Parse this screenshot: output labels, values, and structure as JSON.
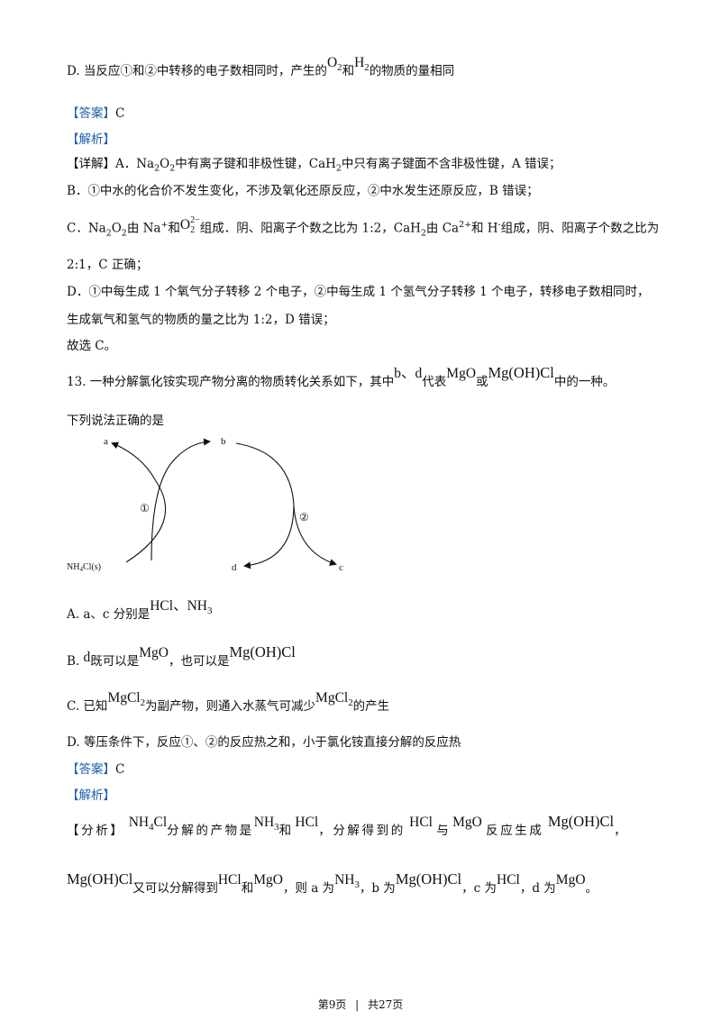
{
  "q12_d": {
    "prefix": "D. 当反应①和②中转移的电子数相同时，产生的",
    "o2": "O",
    "o2_sub": "2",
    "and": "和",
    "h2": "H",
    "h2_sub": "2",
    "suffix": "的物质的量相同"
  },
  "q12_answer": {
    "label": "【答案】",
    "value": "C"
  },
  "q12_analysis_label": "【解析】",
  "q12_detail": {
    "label": "【详解】",
    "a_1": "A．Na",
    "a_2": "O",
    "a_3": "中有离子键和非极性键，CaH",
    "a_4": "中只有离子键面不含非极性键，A 错误；",
    "b": "B．①中水的化合价不发生变化，不涉及氧化还原反应，②中水发生还原反应，B 错误；",
    "c_1": "C．Na",
    "c_2": "O",
    "c_3": "由 Na",
    "c_na_sup": "+",
    "c_4": "和",
    "c_o": "O",
    "c_o_sup": "2−",
    "c_o_sub": "2",
    "c_5": "组成．阴、阳离子个数之比为 1:2，CaH",
    "c_6": "由 Ca",
    "c_ca_sup": "2+",
    "c_7": "和 H",
    "c_h_sup": "-",
    "c_8": "组成，阴、阳离子个数之比为",
    "c_cont": "2:1，C 正确；",
    "d_1": "D．①中每生成 1 个氧气分子转移 2 个电子，②中每生成 1 个氢气分子转移 1 个电子，转移电子数相同时，",
    "d_2": "生成氧气和氢气的物质的量之比为 1:2，D 错误；",
    "conclusion": "故选 C。"
  },
  "q13": {
    "stem_1": "13. 一种分解氯化铵实现产物分离的物质转化关系如下，其中",
    "stem_bd": "b、d",
    "stem_2": "代表",
    "stem_mgo": "MgO",
    "stem_or": "或",
    "stem_mgohcl": "Mg(OH)Cl",
    "stem_3": "中的一种。",
    "stem_line2": "下列说法正确的是",
    "diagram": {
      "label_a": "a",
      "label_b": "b",
      "label_c": "c",
      "label_d": "d",
      "label_nh4cl_1": "NH",
      "label_nh4cl_sub": "4",
      "label_nh4cl_2": "Cl(s)",
      "label_r1": "①",
      "label_r2": "②"
    },
    "opt_a_1": "A. a、c 分别是",
    "opt_a_chem": "HCl、NH",
    "opt_a_sub": "3",
    "opt_b_1": "B.",
    "opt_b_d": "d",
    "opt_b_2": "既可以是",
    "opt_b_mgo": "MgO",
    "opt_b_3": "，也可以是",
    "opt_b_mgohcl": "Mg(OH)Cl",
    "opt_c_1": "C. 已知",
    "opt_c_chem1": "MgCl",
    "opt_c_sub1": "2",
    "opt_c_2": "为副产物，则通入水蒸气可减少",
    "opt_c_chem2": "MgCl",
    "opt_c_sub2": "2",
    "opt_c_3": "的产生",
    "opt_d": "D. 等压条件下，反应①、②的反应热之和，小于氯化铵直接分解的反应热"
  },
  "q13_answer": {
    "label": "【答案】",
    "value": "C"
  },
  "q13_analysis_label": "【解析】",
  "q13_analysis": {
    "label": "【分析】",
    "nh4cl_1": "NH",
    "nh4cl_sub": "4",
    "nh4cl_2": "Cl",
    "t1": "分解的产物是",
    "nh3_1": "NH",
    "nh3_sub": "3",
    "t2": "和",
    "hcl1": "HCl",
    "t3": "，分解得到的",
    "hcl2": "HCl",
    "t4": "与",
    "mgo1": "MgO",
    "t5": "反应生成",
    "mgohcl1": "Mg(OH)Cl",
    "t6": "，",
    "mgohcl2": "Mg(OH)Cl",
    "t7": "又可以分解得到",
    "hcl3": "HCl",
    "t8": "和",
    "mgo2": "MgO",
    "t9": "，则 a 为",
    "nh3b_1": "NH",
    "nh3b_sub": "3",
    "t10": "，b 为",
    "mgohcl3": "Mg(OH)Cl",
    "t11": "，c 为",
    "hcl4": "HCl",
    "t12": "，d 为",
    "mgo3": "MgO",
    "t13": "。"
  },
  "footer": {
    "page": "第9页",
    "sep": "|",
    "total": "共27页"
  }
}
